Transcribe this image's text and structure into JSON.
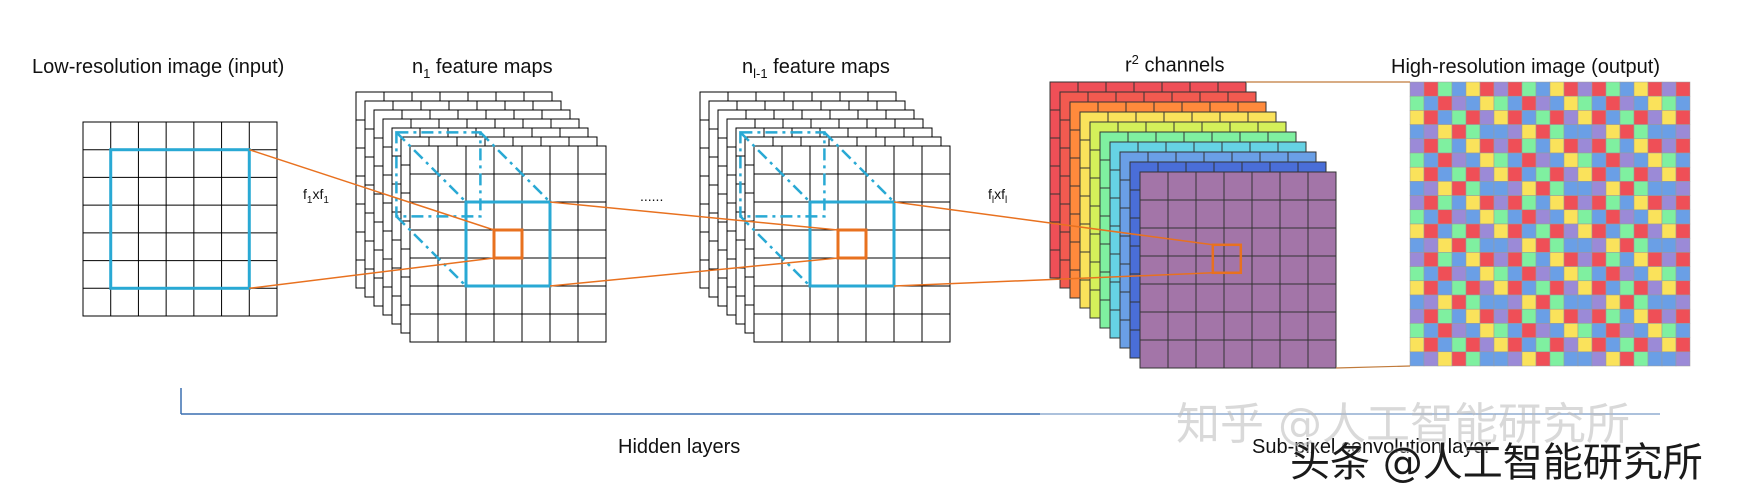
{
  "labels": {
    "input": "Low-resolution image (input)",
    "n1": {
      "base": "n",
      "sub": "1",
      "rest": " feature maps"
    },
    "nl1": {
      "base": "n",
      "sub": "l-1",
      "rest": " feature maps"
    },
    "r2": {
      "base": "r",
      "sup": "2",
      "rest": " channels"
    },
    "output": "High-resolution image (output)",
    "f1": {
      "a": "f",
      "sa": "1",
      "x": "x",
      "b": "f",
      "sb": "1"
    },
    "fl": {
      "a": "f",
      "sa": "l",
      "x": "x",
      "b": "f",
      "sb": "l"
    },
    "dots": "......",
    "hidden": "Hidden layers",
    "subpixel": "Sub-pixel convolution layer"
  },
  "watermarks": {
    "zhihu": "知乎 @人工智能研究所",
    "toutiao": "头条 @人工智能研究所"
  },
  "colors": {
    "line": "#000000",
    "cyan": "#29a9d4",
    "orange": "#e8711f",
    "purple": "#a375a8",
    "bracket": "#3a6fb0",
    "channel_layers": [
      "#ef4f57",
      "#f25a50",
      "#ff8a3c",
      "#fae25b",
      "#d4f05a",
      "#7ff0a0",
      "#66d2e4",
      "#6a9fe6",
      "#4a6ed8",
      "#a375a8"
    ],
    "output_grid_rows": [
      [
        "#9b8ad7",
        "#ef4f57",
        "#7ff0a0",
        "#6a9fe6",
        "#fae25b",
        "#ef4f57"
      ],
      [
        "#7ff0a0",
        "#6a9fe6",
        "#ef4f57",
        "#9b8ad7",
        "#6a9fe6",
        "#fae25b"
      ],
      [
        "#fae25b",
        "#ef4f57",
        "#6a9fe6",
        "#7ff0a0",
        "#ef4f57",
        "#9b8ad7"
      ],
      [
        "#6a9fe6",
        "#9b8ad7",
        "#fae25b",
        "#ef4f57",
        "#7ff0a0",
        "#6a9fe6"
      ]
    ]
  }
}
